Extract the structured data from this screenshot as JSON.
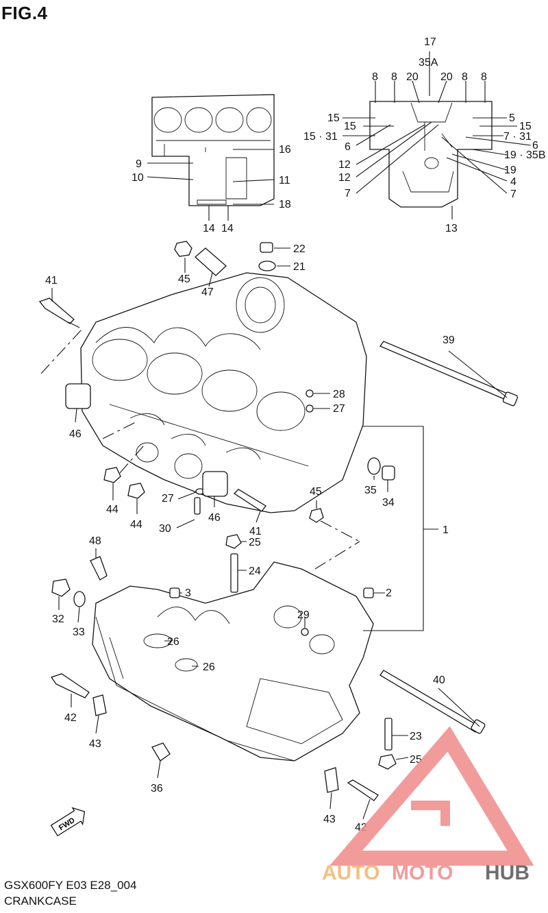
{
  "figure": {
    "title": "FIG.4",
    "model_code": "GSX600FY E03 E28_004",
    "section": "CRANKCASE"
  },
  "watermark": {
    "text_auto": "AUTO",
    "text_moto": "MOTO",
    "text_hub": "HUB",
    "colors": {
      "triangle": "#f08a8a",
      "auto": "#f5b36b",
      "moto": "#f08a8a",
      "hub": "#555555"
    }
  },
  "callouts": {
    "c1": "1",
    "c2": "2",
    "c3": "3",
    "c4": "4",
    "c5": "5",
    "c6a": "6",
    "c6b": "6",
    "c7a": "7",
    "c7b": "7",
    "c7c": "7 · 31",
    "c8a": "8",
    "c8b": "8",
    "c8c": "8",
    "c8d": "8",
    "c9": "9",
    "c10": "10",
    "c11": "11",
    "c12a": "12",
    "c12b": "12",
    "c13": "13",
    "c14a": "14",
    "c14b": "14",
    "c15a": "15",
    "c15b": "15",
    "c15c": "15 · 31",
    "c15d": "15",
    "c16": "16",
    "c17": "17",
    "c18": "18",
    "c19a": "19",
    "c19b": "19 · 35B",
    "c20a": "20",
    "c20b": "20",
    "c21": "21",
    "c22": "22",
    "c23": "23",
    "c24": "24",
    "c25a": "25",
    "c25b": "25",
    "c26a": "26",
    "c26b": "26",
    "c27a": "27",
    "c27b": "27",
    "c28": "28",
    "c29": "29",
    "c30": "30",
    "c32": "32",
    "c33": "33",
    "c34": "34",
    "c35": "35",
    "c35a": "35A",
    "c36": "36",
    "c39": "39",
    "c40": "40",
    "c41a": "41",
    "c41b": "41",
    "c42a": "42",
    "c42b": "42",
    "c43a": "43",
    "c43b": "43",
    "c44a": "44",
    "c44b": "44",
    "c45a": "45",
    "c45b": "45",
    "c46a": "46",
    "c46b": "46",
    "c47": "47",
    "c48": "48"
  },
  "fwd_label": "FWD"
}
